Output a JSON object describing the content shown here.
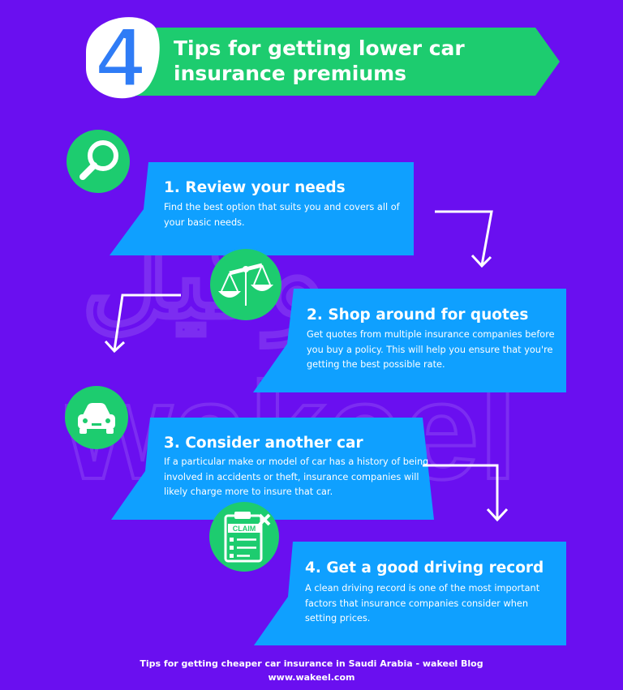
{
  "header": {
    "number": "4",
    "title": "Tips for getting lower car insurance premiums"
  },
  "watermark_text": "wakeel",
  "steps": [
    {
      "title": "1. Review your needs",
      "text": "Find the best option that suits you and covers all of your basic needs.",
      "icon": "magnifier-icon"
    },
    {
      "title": "2. Shop around for quotes",
      "text": "Get quotes from multiple insurance companies before you buy a policy. This will help you ensure that you're getting the best possible rate.",
      "icon": "balance-scale-icon"
    },
    {
      "title": "3. Consider another car",
      "text": "If a particular make or model of car has a history of being involved in accidents or theft, insurance companies will likely charge more to insure that car.",
      "icon": "car-icon"
    },
    {
      "title": "4. Get a good driving record",
      "text": "A clean driving record is one of the most important factors that insurance companies consider when setting prices.",
      "icon": "claim-clipboard-icon",
      "icon_label": "CLAIM"
    }
  ],
  "footer": {
    "line1": "Tips for getting cheaper car insurance in Saudi Arabia - wakeel Blog",
    "line2": "www.wakeel.com"
  },
  "colors": {
    "background": "#6a0ff0",
    "banner_green": "#1dcc6f",
    "panel_blue": "#0fa0ff",
    "number_blue": "#2f7cf6",
    "text": "#ffffff"
  }
}
